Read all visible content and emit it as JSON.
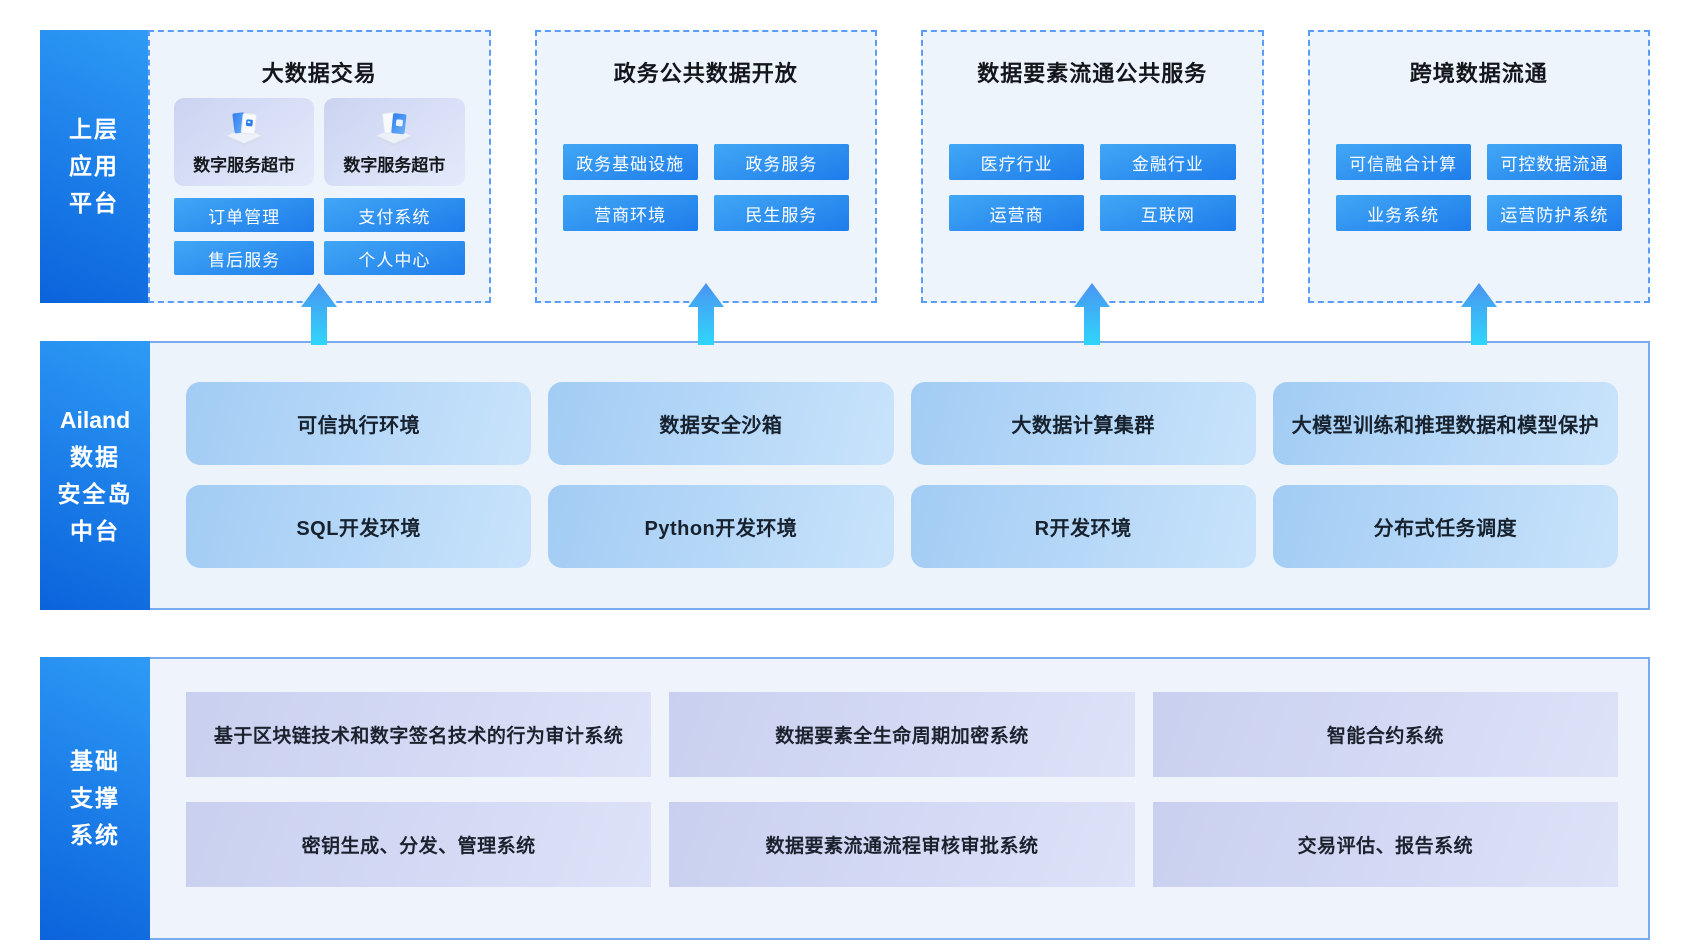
{
  "top_section": {
    "label": {
      "lines": [
        "上层",
        "应用",
        "平台"
      ]
    },
    "groups": [
      {
        "title": "大数据交易",
        "cards": [
          {
            "label": "数字服务超市",
            "icon": "digital-service-market-icon"
          },
          {
            "label": "数字服务超市",
            "icon": "digital-service-market-icon"
          }
        ],
        "buttons": [
          "订单管理",
          "支付系统",
          "售后服务",
          "个人中心"
        ]
      },
      {
        "title": "政务公共数据开放",
        "buttons": [
          "政务基础设施",
          "政务服务",
          "营商环境",
          "民生服务"
        ]
      },
      {
        "title": "数据要素流通公共服务",
        "buttons": [
          "医疗行业",
          "金融行业",
          "运营商",
          "互联网"
        ]
      },
      {
        "title": "跨境数据流通",
        "buttons": [
          "可信融合计算",
          "可控数据流通",
          "业务系统",
          "运营防护系统"
        ]
      }
    ]
  },
  "middle_section": {
    "label": {
      "lines": [
        "Ailand",
        "数据",
        "安全岛",
        "中台"
      ]
    },
    "rows": [
      [
        "可信执行环境",
        "数据安全沙箱",
        "大数据计算集群",
        "大模型训练和推理数据和模型保护"
      ],
      [
        "SQL开发环境",
        "Python开发环境",
        "R开发环境",
        "分布式任务调度"
      ]
    ]
  },
  "bottom_section": {
    "label": {
      "lines": [
        "基础",
        "支撑",
        "系统"
      ]
    },
    "rows": [
      [
        "基于区块链技术和数字签名技术的行为审计系统",
        "数据要素全生命周期加密系统",
        "智能合约系统"
      ],
      [
        "密钥生成、分发、管理系统",
        "数据要素流通流程审核审批系统",
        "交易评估、报告系统"
      ]
    ]
  },
  "icons": {
    "up_arrow": "up-arrow-icon",
    "service_market": "digital-service-market-icon"
  },
  "colors": {
    "label_gradient_start": "#2e9bf6",
    "label_gradient_end": "#0b63dc",
    "chip_gradient_start": "#41a7f5",
    "chip_gradient_end": "#1e7ceb",
    "dashed_border": "#5b9cf6",
    "dashed_box_bg": "#eef4fc",
    "panel_bg": "#edf3fb",
    "panel_border": "#79abef",
    "mid_box_gradient_start": "#a2ccf4",
    "mid_box_gradient_end": "#c9e3fb",
    "bottom_box_gradient_start": "#c9d0ef",
    "bottom_box_gradient_end": "#dde2f8",
    "card_gradient_start": "#cbd3f1",
    "card_gradient_end": "#e4eafb",
    "arrow_gradient_top": "#4a94f1",
    "arrow_gradient_bottom": "#2fd6fb"
  }
}
